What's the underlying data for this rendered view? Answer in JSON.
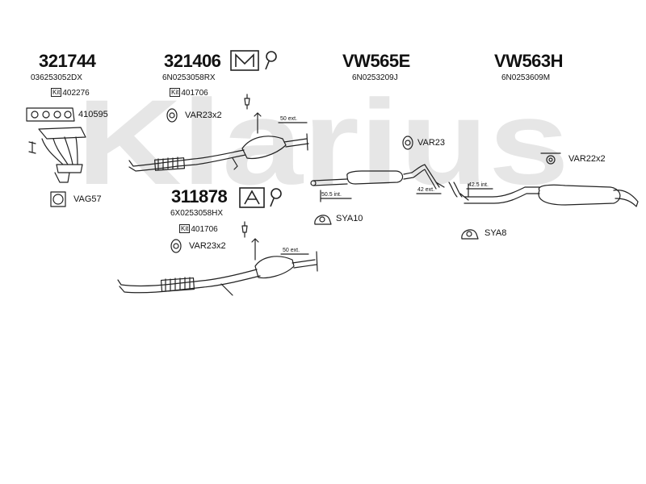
{
  "watermark": "Klarius",
  "groups": {
    "g321744": {
      "part": "321744",
      "oem": "036253052DX",
      "kit": "402276"
    },
    "g321406": {
      "part": "321406",
      "oem": "6N0253058RX",
      "kit": "401706"
    },
    "gvw565e": {
      "part": "VW565E",
      "oem": "6N0253209J"
    },
    "gvw563h": {
      "part": "VW563H",
      "oem": "6N0253609M"
    },
    "g311878": {
      "part": "311878",
      "oem": "6X0253058HX",
      "kit": "401706"
    }
  },
  "kit_label": "Kit",
  "accessories": {
    "a410595": "410595",
    "vag57": "VAG57",
    "var23x2_top": "VAR23x2",
    "var23": "VAR23",
    "var22x2": "VAR22x2",
    "sya10": "SYA10",
    "sya8": "SYA8",
    "var23x2_bottom": "VAR23x2"
  },
  "dimensions": {
    "d50ext_top": "50 ext.",
    "d50_5int": "50.5 int.",
    "d42ext": "42 ext.",
    "d42_5int": "42.5 int.",
    "d50ext_bottom": "50 ext."
  },
  "colors": {
    "line": "#222222",
    "watermark": "#e6e6e6"
  }
}
